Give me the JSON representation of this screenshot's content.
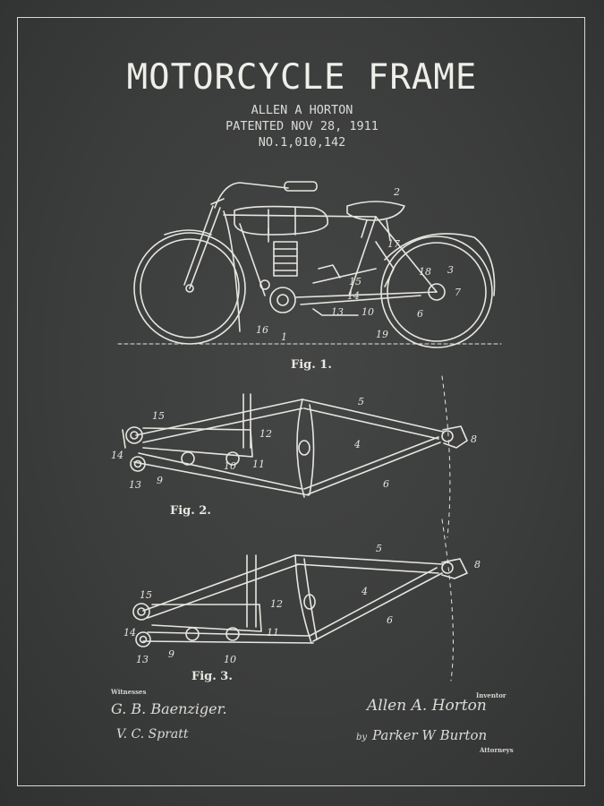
{
  "header": {
    "title": "MOTORCYCLE FRAME",
    "inventor": "ALLEN A HORTON",
    "patent_date": "PATENTED NOV 28, 1911",
    "patent_number": "NO.1,010,142"
  },
  "figures": {
    "fig1": "Fig. 1.",
    "fig2": "Fig. 2.",
    "fig3": "Fig. 3."
  },
  "footer": {
    "witnesses_label": "Witnesses",
    "inventor_label": "Inventor",
    "attorneys_label": "Attorneys",
    "by_label": "by",
    "witness1": "G. B. Baenziger.",
    "witness2": "V. C. Spratt",
    "inventor_sig": "Allen A. Horton",
    "attorney_sig": "Parker W Burton"
  }
}
